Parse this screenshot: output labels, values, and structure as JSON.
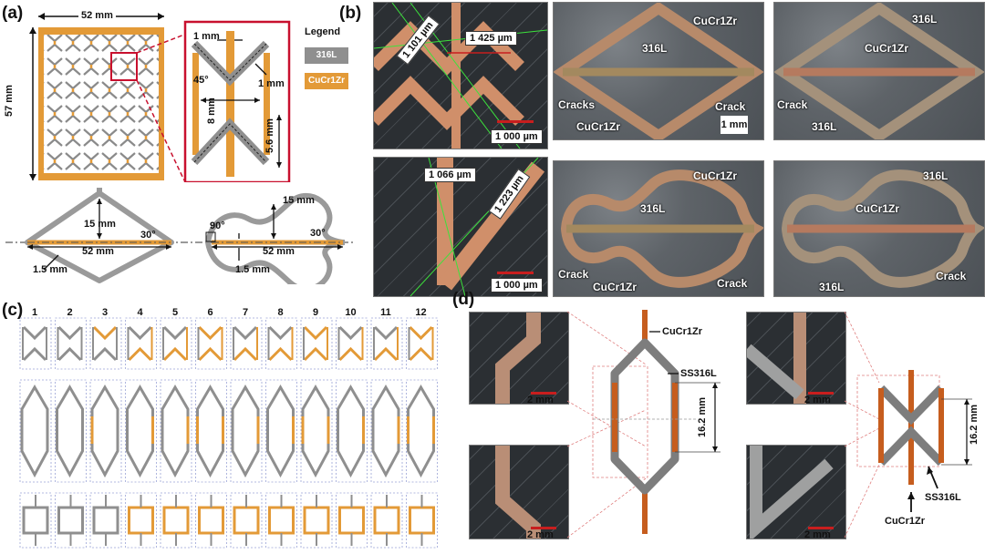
{
  "panels": {
    "a": "(a)",
    "b": "(b)",
    "c": "(c)",
    "d": "(d)"
  },
  "colors": {
    "ss316l": "#8f8f8f",
    "cucr1zr": "#e39a37",
    "red_dashed": "#c8102e",
    "dark_photo": "#2f3337"
  },
  "panel_a": {
    "width_label": "52 mm",
    "height_label": "57 mm",
    "legend_title": "Legend",
    "legend_items": [
      "316L",
      "CuCr1Zr"
    ],
    "detail": {
      "top": "1 mm",
      "right": "1 mm",
      "angle": "45°",
      "center": "8 mm",
      "side": "5.6 mm"
    },
    "diamond": {
      "height": "15 mm",
      "angle": "30°",
      "width": "52 mm",
      "thickness": "1.5 mm"
    },
    "curved": {
      "angle90": "90°",
      "height": "15 mm",
      "angle": "30°",
      "width": "52 mm",
      "thickness": "1.5 mm"
    }
  },
  "panel_b": {
    "micro_top": {
      "m1": "1 101 µm",
      "m2": "1 425 µm",
      "scale": "1 000 µm"
    },
    "micro_bottom": {
      "m1": "1 066 µm",
      "m2": "1 223 µm",
      "scale": "1 000 µm"
    },
    "photo1": {
      "cu_top": "CuCr1Zr",
      "ss": "316L",
      "cracks": "Cracks",
      "cu_bottom": "CuCr1Zr",
      "crack": "Crack",
      "scale": "1 mm"
    },
    "photo2": {
      "ss_top": "316L",
      "cu": "CuCr1Zr",
      "crack": "Crack",
      "ss_bottom": "316L"
    },
    "photo3": {
      "cu_top": "CuCr1Zr",
      "ss": "316L",
      "crack_left": "Crack",
      "cu_bottom": "CuCr1Zr",
      "crack_right": "Crack"
    },
    "photo4": {
      "ss_top": "316L",
      "cu": "CuCr1Zr",
      "ss_bottom": "316L",
      "crack": "Crack"
    }
  },
  "panel_c": {
    "columns": [
      "1",
      "2",
      "3",
      "4",
      "5",
      "6",
      "7",
      "8",
      "9",
      "10",
      "11",
      "12"
    ]
  },
  "panel_d": {
    "cu_label": "CuCr1Zr",
    "ss_label": "SS316L",
    "dim_left": "16.2 mm",
    "dim_right": "16.2 mm",
    "scale": "2 mm",
    "cu_label2": "CuCr1Zr",
    "ss_label2": "SS316L"
  }
}
